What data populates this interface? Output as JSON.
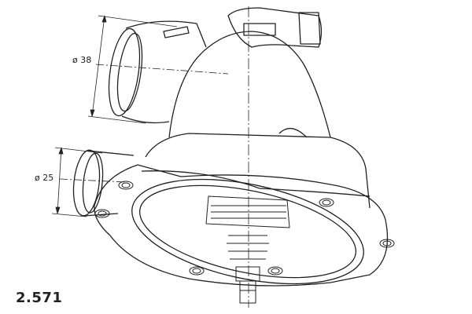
{
  "drawing": {
    "part_number": "2.571",
    "dimensions": [
      {
        "label": "ø 38"
      },
      {
        "label": "ø 25"
      }
    ]
  }
}
